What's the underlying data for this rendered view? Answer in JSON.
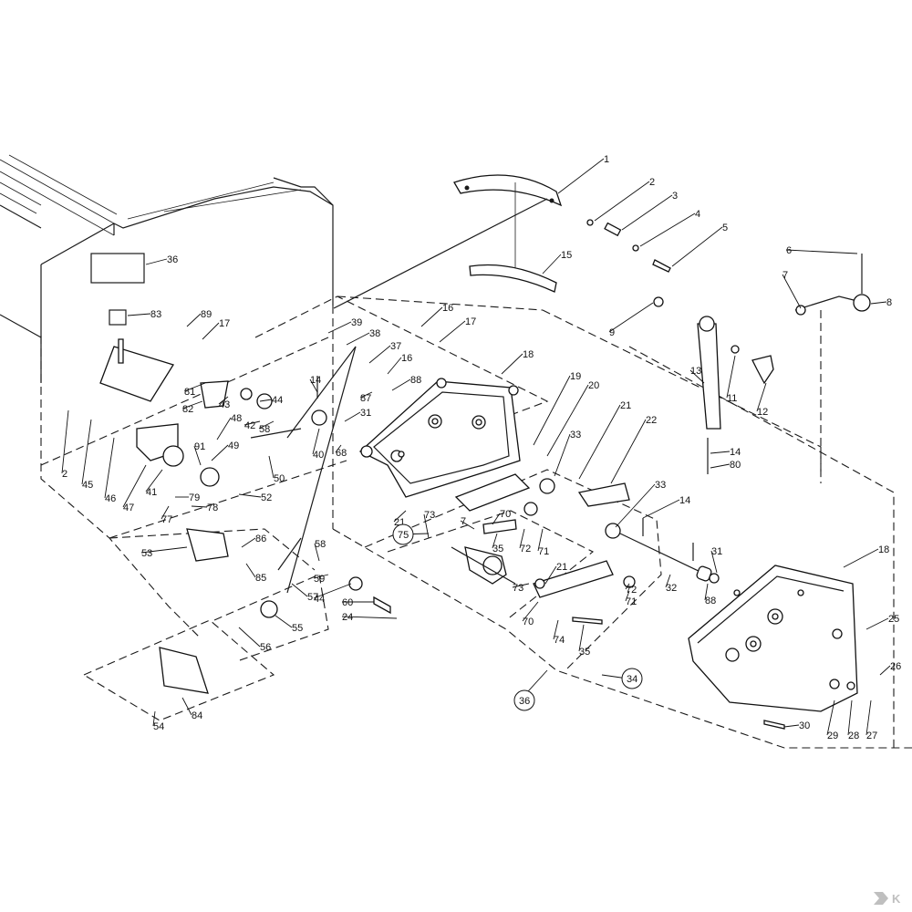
{
  "diagram": {
    "callouts": [
      {
        "id": "c1",
        "text": "1"
      },
      {
        "id": "c2",
        "text": "2"
      },
      {
        "id": "c3",
        "text": "3"
      },
      {
        "id": "c4",
        "text": "4"
      },
      {
        "id": "c5",
        "text": "5"
      },
      {
        "id": "c6",
        "text": "6"
      },
      {
        "id": "c7",
        "text": "7"
      },
      {
        "id": "c8",
        "text": "8"
      },
      {
        "id": "c9",
        "text": "9"
      },
      {
        "id": "c11",
        "text": "11"
      },
      {
        "id": "c12",
        "text": "12"
      },
      {
        "id": "c13",
        "text": "13"
      },
      {
        "id": "c14a",
        "text": "14"
      },
      {
        "id": "c80",
        "text": "80"
      },
      {
        "id": "c15",
        "text": "15"
      },
      {
        "id": "c16a",
        "text": "16"
      },
      {
        "id": "c17a",
        "text": "17"
      },
      {
        "id": "c18a",
        "text": "18"
      },
      {
        "id": "c19",
        "text": "19"
      },
      {
        "id": "c20",
        "text": "20"
      },
      {
        "id": "c21a",
        "text": "21"
      },
      {
        "id": "c22",
        "text": "22"
      },
      {
        "id": "c33a",
        "text": "33"
      },
      {
        "id": "c33b",
        "text": "33"
      },
      {
        "id": "c14b",
        "text": "14"
      },
      {
        "id": "c31a",
        "text": "31"
      },
      {
        "id": "c32",
        "text": "32"
      },
      {
        "id": "c88a",
        "text": "88"
      },
      {
        "id": "c18b",
        "text": "18"
      },
      {
        "id": "c25",
        "text": "25"
      },
      {
        "id": "c26",
        "text": "26"
      },
      {
        "id": "c27",
        "text": "27"
      },
      {
        "id": "c28",
        "text": "28"
      },
      {
        "id": "c29",
        "text": "29"
      },
      {
        "id": "c30",
        "text": "30"
      },
      {
        "id": "c36",
        "text": "36"
      },
      {
        "id": "c83",
        "text": "83"
      },
      {
        "id": "c89",
        "text": "89"
      },
      {
        "id": "c17b",
        "text": "17"
      },
      {
        "id": "c39",
        "text": "39"
      },
      {
        "id": "c38",
        "text": "38"
      },
      {
        "id": "c37",
        "text": "37"
      },
      {
        "id": "c16b",
        "text": "16"
      },
      {
        "id": "c88b",
        "text": "88"
      },
      {
        "id": "c87",
        "text": "87"
      },
      {
        "id": "c31b",
        "text": "31"
      },
      {
        "id": "c14c",
        "text": "14"
      },
      {
        "id": "c40",
        "text": "40"
      },
      {
        "id": "c68",
        "text": "68"
      },
      {
        "id": "c81",
        "text": "81"
      },
      {
        "id": "c82",
        "text": "82"
      },
      {
        "id": "c43",
        "text": "43"
      },
      {
        "id": "c44a",
        "text": "44"
      },
      {
        "id": "c42",
        "text": "42"
      },
      {
        "id": "c58a",
        "text": "58"
      },
      {
        "id": "c48",
        "text": "48"
      },
      {
        "id": "c49",
        "text": "49"
      },
      {
        "id": "c50",
        "text": "50"
      },
      {
        "id": "c91",
        "text": "91"
      },
      {
        "id": "c52",
        "text": "52"
      },
      {
        "id": "c79",
        "text": "79"
      },
      {
        "id": "c78",
        "text": "78"
      },
      {
        "id": "c77",
        "text": "77"
      },
      {
        "id": "c41",
        "text": "41"
      },
      {
        "id": "c47",
        "text": "47"
      },
      {
        "id": "c46",
        "text": "46"
      },
      {
        "id": "c45",
        "text": "45"
      },
      {
        "id": "c2b",
        "text": "2"
      },
      {
        "id": "c53",
        "text": "53"
      },
      {
        "id": "c86",
        "text": "86"
      },
      {
        "id": "c85",
        "text": "85"
      },
      {
        "id": "c57",
        "text": "57"
      },
      {
        "id": "c55",
        "text": "55"
      },
      {
        "id": "c56",
        "text": "56"
      },
      {
        "id": "c54",
        "text": "54"
      },
      {
        "id": "c84",
        "text": "84"
      },
      {
        "id": "c58b",
        "text": "58"
      },
      {
        "id": "c59",
        "text": "59"
      },
      {
        "id": "c44b",
        "text": "44"
      },
      {
        "id": "c60",
        "text": "60"
      },
      {
        "id": "c24",
        "text": "24"
      },
      {
        "id": "c21b",
        "text": "21"
      },
      {
        "id": "c73a",
        "text": "73"
      },
      {
        "id": "c75",
        "text": "75"
      },
      {
        "id": "c7b",
        "text": "7"
      },
      {
        "id": "c70a",
        "text": "70"
      },
      {
        "id": "c35a",
        "text": "35"
      },
      {
        "id": "c72a",
        "text": "72"
      },
      {
        "id": "c71a",
        "text": "71"
      },
      {
        "id": "c21c",
        "text": "21"
      },
      {
        "id": "c73b",
        "text": "73"
      },
      {
        "id": "c70b",
        "text": "70"
      },
      {
        "id": "c72b",
        "text": "72"
      },
      {
        "id": "c71b",
        "text": "71"
      },
      {
        "id": "c74",
        "text": "74"
      },
      {
        "id": "c35b",
        "text": "35"
      },
      {
        "id": "c34",
        "text": "34"
      },
      {
        "id": "c36b",
        "text": "36"
      }
    ]
  },
  "logo": {
    "mark": "K",
    "color": "#bfbfbf"
  }
}
